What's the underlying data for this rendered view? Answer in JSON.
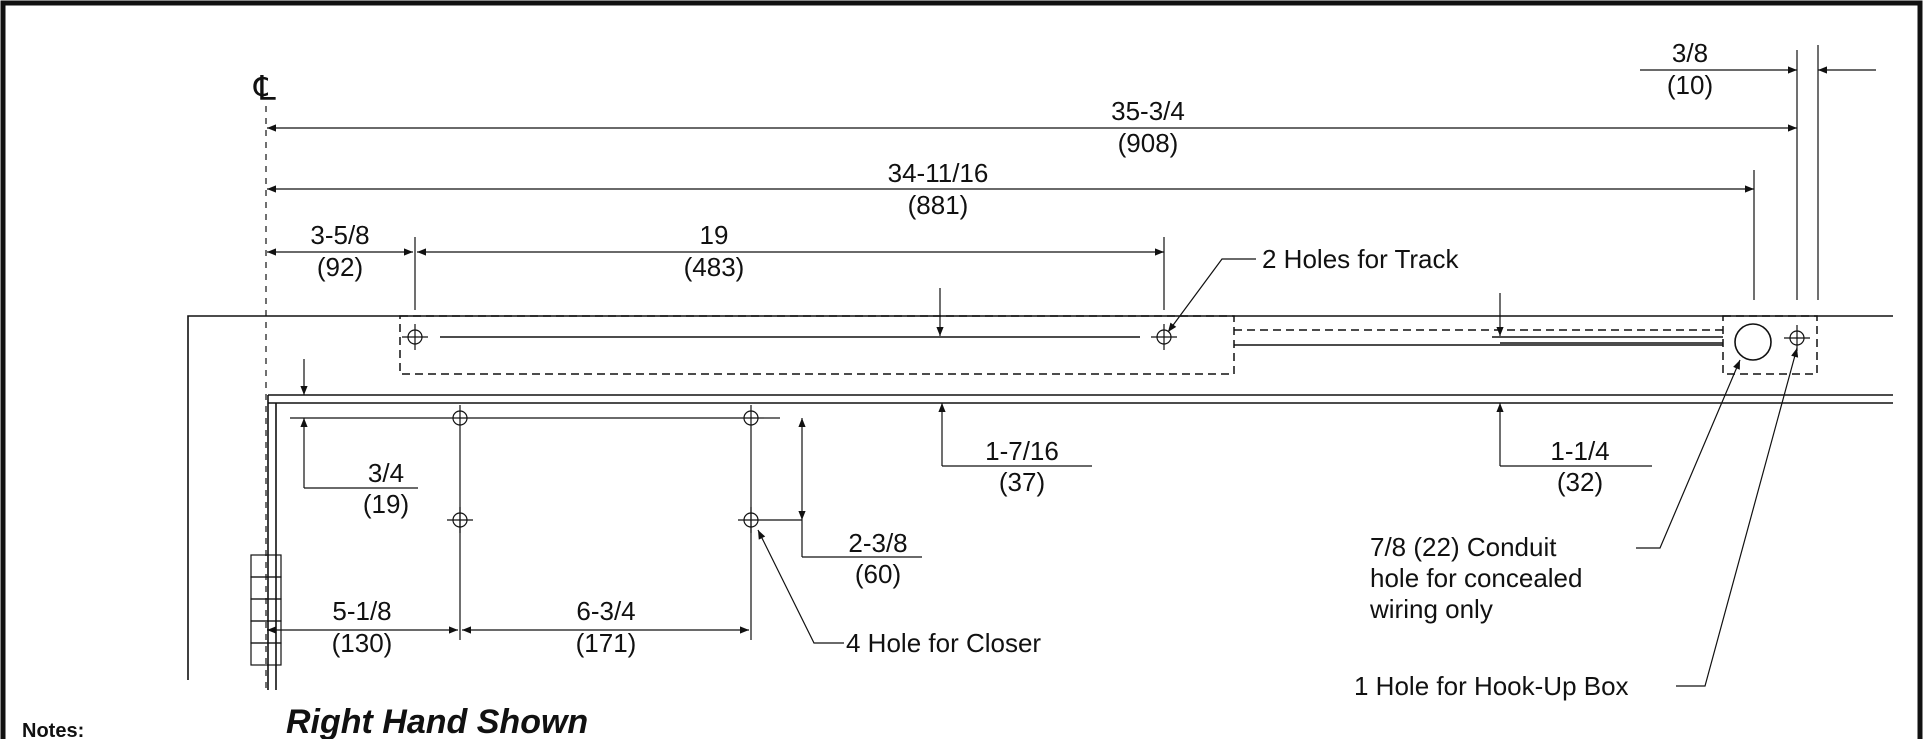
{
  "diagram": {
    "centerline_symbol": "℄",
    "dimensions": [
      {
        "id": "d1",
        "value": "3/8",
        "metric": "(10)"
      },
      {
        "id": "d2",
        "value": "35-3/4",
        "metric": "(908)"
      },
      {
        "id": "d3",
        "value": "34-11/16",
        "metric": "(881)"
      },
      {
        "id": "d4",
        "value": "3-5/8",
        "metric": "(92)"
      },
      {
        "id": "d5",
        "value": "19",
        "metric": "(483)"
      },
      {
        "id": "d6",
        "value": "3/4",
        "metric": "(19)"
      },
      {
        "id": "d7",
        "value": "1-7/16",
        "metric": "(37)"
      },
      {
        "id": "d8",
        "value": "1-1/4",
        "metric": "(32)"
      },
      {
        "id": "d9",
        "value": "2-3/8",
        "metric": "(60)"
      },
      {
        "id": "d10",
        "value": "5-1/8",
        "metric": "(130)"
      },
      {
        "id": "d11",
        "value": "6-3/4",
        "metric": "(171)"
      }
    ],
    "callouts": {
      "track_holes": "2 Holes for Track",
      "conduit_line1": "7/8 (22) Conduit",
      "conduit_line2": "hole for concealed",
      "conduit_line3": "wiring only",
      "closer_holes": "4 Hole for Closer",
      "hookup_hole": "1 Hole for Hook-Up Box"
    },
    "title": "Right Hand Shown",
    "notes_label": "Notes:"
  }
}
